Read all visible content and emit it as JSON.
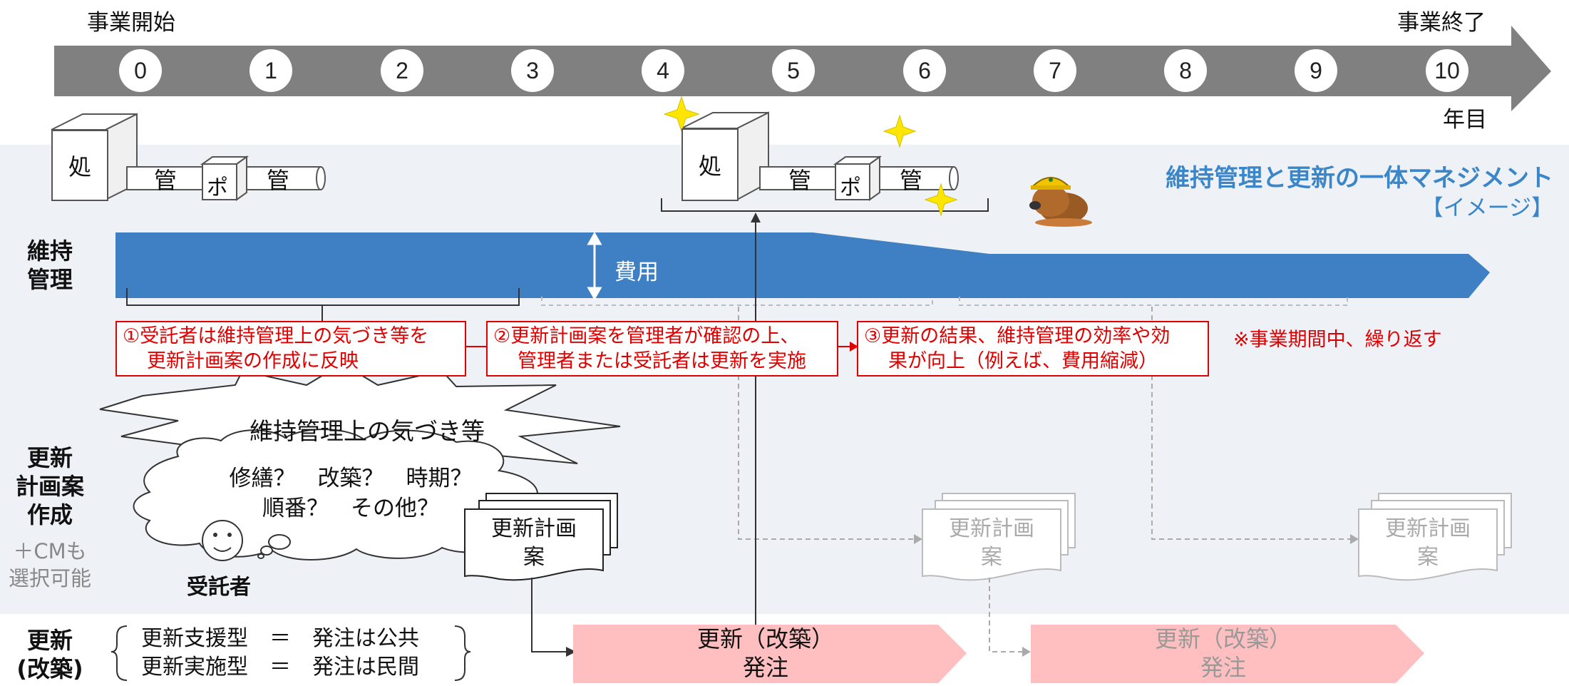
{
  "timeline": {
    "start_label": "事業開始",
    "end_label": "事業終了",
    "year_unit_label": "年目",
    "years": [
      "0",
      "1",
      "2",
      "3",
      "4",
      "5",
      "6",
      "7",
      "8",
      "9",
      "10"
    ]
  },
  "facility": {
    "treatment_label": "処",
    "pipe_label": "管",
    "pump_label": "ポ"
  },
  "header": {
    "title": "維持管理と更新の一体マネジメント",
    "subtitle": "【イメージ】"
  },
  "rows": {
    "maintenance_line1": "維持",
    "maintenance_line2": "管理",
    "plan_line1": "更新",
    "plan_line2": "計画案",
    "plan_line3": "作成",
    "plan_note_line1": "＋CMも",
    "plan_note_line2": "選択可能",
    "renewal_line1": "更新",
    "renewal_line2": "(改築)"
  },
  "cost_label": "費用",
  "steps": {
    "step1_line1": "①受託者は維持管理上の気づき等を",
    "step1_line2": "更新計画案の作成に反映",
    "step2_line1": "②更新計画案を管理者が確認の上、",
    "step2_line2": "管理者または受託者は更新を実施",
    "step3_line1": "③更新の結果、維持管理の効率や効",
    "step3_line2": "果が向上（例えば、費用縮減）",
    "repeat_note": "※事業期間中、繰り返す"
  },
  "callout": {
    "burst_text": "維持管理上の気づき等",
    "thought_line1": "修繕？　改築？　時期？",
    "thought_line2": "順番？　その他？",
    "contractor_label": "受託者"
  },
  "plan_doc": {
    "line1": "更新計画",
    "line2": "案"
  },
  "renewal": {
    "type1": "更新支援型　＝　発注は公共",
    "type2": "更新実施型　＝　発注は民間",
    "order_line1": "更新（改築）",
    "order_line2": "発注"
  },
  "colors": {
    "timeline_gray": "#808080",
    "maintenance_blue": "#3f7fc4",
    "title_blue": "#3a86c8",
    "step_red": "#e00000",
    "order_pink": "#ffbfc0",
    "panel_bg": "#eef2f7",
    "sparkle_yellow": "#ffe600"
  }
}
